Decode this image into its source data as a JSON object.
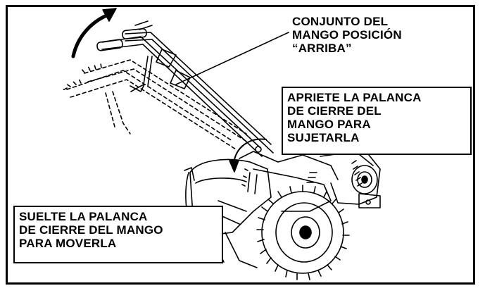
{
  "figure": {
    "callouts": {
      "top": "CONJUNTO DEL\nMANGO POSICIÓN\n“ARRIBA”",
      "right": "APRIETE LA PALANCA\nDE CIERRE DEL\nMANGO PARA\nSUJETARLA",
      "left": "SUELTE LA PALANCA\nDE CIERRE DEL MANGO\nPARA MOVERLA"
    },
    "colors": {
      "line": "#000000",
      "background": "#ffffff"
    },
    "subject": "rear-tine tiller with handle assembly"
  }
}
